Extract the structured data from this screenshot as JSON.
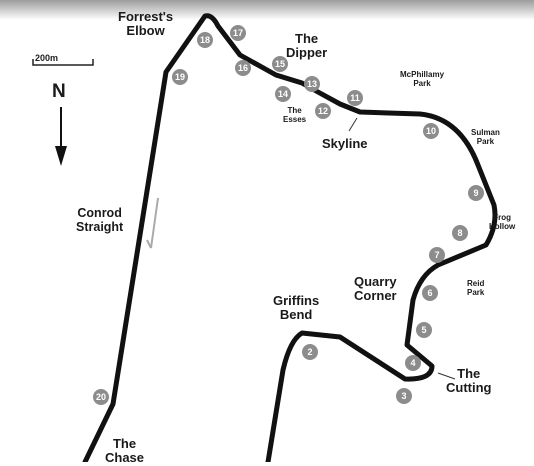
{
  "scale": {
    "label": "200m"
  },
  "north": {
    "label": "N"
  },
  "corners": [
    {
      "id": "forrests-elbow",
      "name": "Forrest's\nElbow"
    },
    {
      "id": "the-dipper",
      "name": "The\nDipper"
    },
    {
      "id": "mcphillamy-park",
      "name": "McPhillamy\nPark"
    },
    {
      "id": "the-esses",
      "name": "The\nEsses"
    },
    {
      "id": "skyline",
      "name": "Skyline"
    },
    {
      "id": "sulman-park",
      "name": "Sulman\nPark"
    },
    {
      "id": "conrod-straight",
      "name": "Conrod\nStraight"
    },
    {
      "id": "frog-hollow",
      "name": "Frog\nHollow"
    },
    {
      "id": "quarry-corner",
      "name": "Quarry\nCorner"
    },
    {
      "id": "reid-park",
      "name": "Reid\nPark"
    },
    {
      "id": "griffins-bend",
      "name": "Griffins\nBend"
    },
    {
      "id": "the-cutting",
      "name": "The\nCutting"
    },
    {
      "id": "the-chase",
      "name": "The\nChase"
    }
  ],
  "turns": [
    "2",
    "3",
    "4",
    "5",
    "6",
    "7",
    "8",
    "9",
    "10",
    "11",
    "12",
    "13",
    "14",
    "15",
    "16",
    "17",
    "18",
    "19",
    "20"
  ],
  "colors": {
    "track": "#111111",
    "marker": "#8c8c8c",
    "marker_text": "#ffffff",
    "direction_arrow": "#aaaaaa"
  }
}
